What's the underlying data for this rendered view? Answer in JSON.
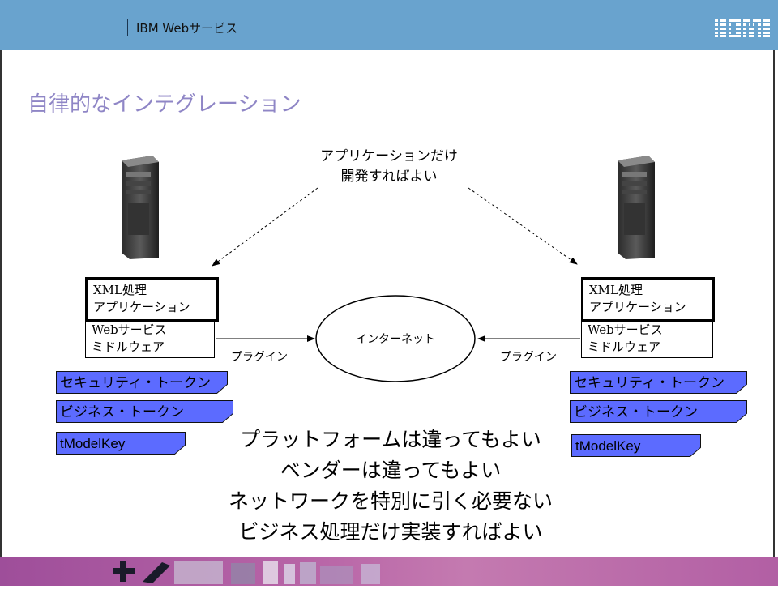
{
  "header": {
    "title": "IBM Webサービス",
    "logo": "IBM",
    "background": "#69a3ce"
  },
  "slide": {
    "title": "自律的なインテグレーション",
    "title_color": "#8f86c6"
  },
  "callout": {
    "line1": "アプリケーションだけ",
    "line2": "開発すればよい"
  },
  "left_stack": {
    "app_line1": "XML処理",
    "app_line2": "アプリケーション",
    "mw_line1": "Webサービス",
    "mw_line2": "ミドルウェア",
    "plugin": "プラグイン"
  },
  "right_stack": {
    "app_line1": "XML処理",
    "app_line2": "アプリケーション",
    "mw_line1": "Webサービス",
    "mw_line2": "ミドルウェア",
    "plugin": "プラグイン"
  },
  "internet": "インターネット",
  "left_notes": [
    "セキュリティ・トークン",
    "ビジネス・トークン",
    "tModelKey"
  ],
  "right_notes": [
    "セキュリティ・トークン",
    "ビジネス・トークン",
    "tModelKey"
  ],
  "note_color": "#5c6bff",
  "messages": [
    "プラットフォームは違ってもよい",
    "ベンダーは違ってもよい",
    "ネットワークを特別に引く必要ない",
    "ビジネス処理だけ実装すればよい"
  ]
}
